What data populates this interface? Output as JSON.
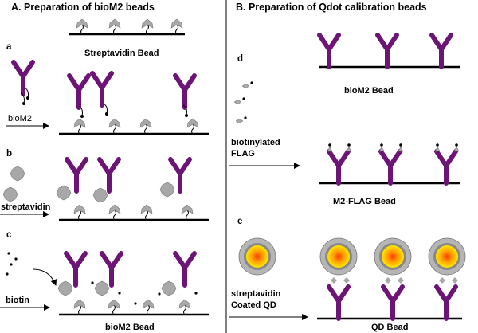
{
  "panel_a": {
    "title": "A. Preparation of bioM2 beads",
    "steps": {
      "a": "a",
      "b": "b",
      "c": "c"
    },
    "streptavidin_bead_label": "Streptavidin Bead",
    "reagents": {
      "biom2": "bioM2",
      "streptavidin": "streptavidin",
      "biotin": "biotin"
    },
    "result_label": "bioM2 Bead"
  },
  "panel_b": {
    "title": "B. Preparation of Qdot calibration beads",
    "steps": {
      "d": "d",
      "e": "e"
    },
    "biom2_bead_label": "bioM2 Bead",
    "reagents": {
      "flag_line1": "biotinylated",
      "flag_line2": "FLAG",
      "qd_line1": "streptavidin",
      "qd_line2": "Coated QD"
    },
    "m2flag_bead_label": "M2-FLAG Bead",
    "qd_bead_label": "QD Bead"
  },
  "colors": {
    "antibody": "#6d1577",
    "streptavidin": "#a8a8a8",
    "qdot_core": "#ffd400",
    "qdot_center": "#ff3a00"
  }
}
